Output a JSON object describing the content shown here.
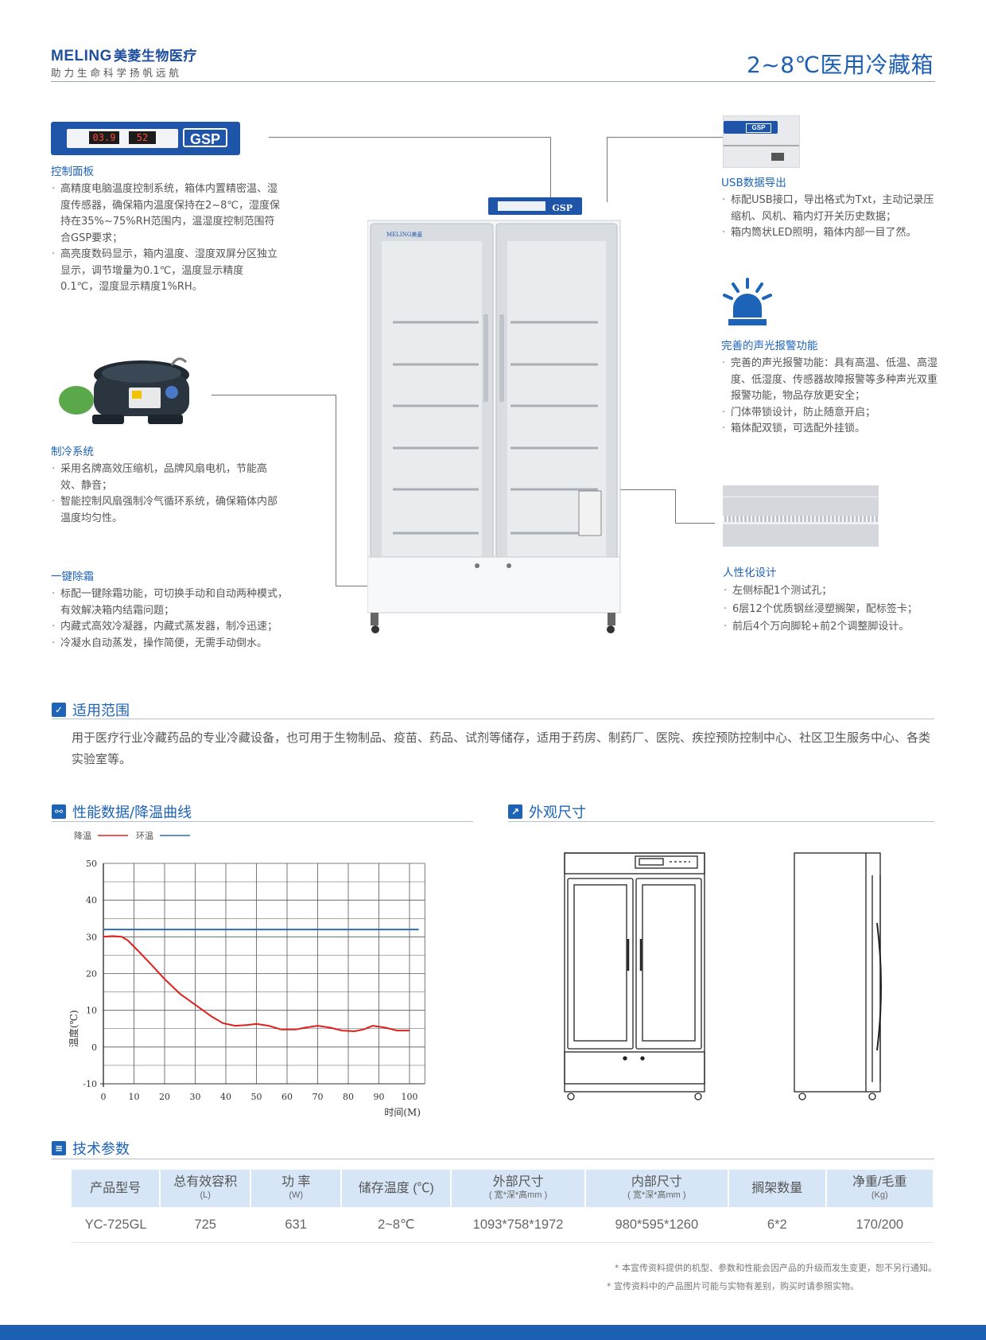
{
  "header": {
    "logo_en": "MELING",
    "logo_cn": "美菱生物医疗",
    "slogan": "助力生命科学扬帆远航",
    "title": "2~8℃医用冷藏箱"
  },
  "colors": {
    "brand_blue": "#1d63b8",
    "curve_red": "#e0201d",
    "ambient_blue": "#2a6db5",
    "table_header": "#d6e6f6"
  },
  "control_panel_image": {
    "gsp_label": "GSP",
    "display1": "03.9",
    "display2": "52"
  },
  "features": {
    "control_panel": {
      "title": "控制面板",
      "items": [
        "高精度电脑温度控制系统，箱体内置精密温、湿度传感器，确保箱内温度保持在2~8℃，湿度保持在35%~75%RH范围内，温湿度控制范围符合GSP要求；",
        "高亮度数码显示，箱内温度、湿度双屏分区独立显示，调节增量为0.1℃，温度显示精度0.1℃，湿度显示精度1%RH。"
      ]
    },
    "refrigeration": {
      "title": "制冷系统",
      "items": [
        "采用名牌高效压缩机，品牌风扇电机，节能高效、静音；",
        "智能控制风扇强制冷气循环系统，确保箱体内部温度均匀性。"
      ]
    },
    "defrost": {
      "title": "一键除霜",
      "items": [
        "标配一键除霜功能，可切换手动和自动两种模式，有效解决箱内结霜问题；",
        "内藏式高效冷凝器，内藏式蒸发器，制冷迅速；",
        "冷凝水自动蒸发，操作简便，无需手动倒水。"
      ]
    },
    "usb": {
      "title": "USB数据导出",
      "items": [
        "标配USB接口，导出格式为Txt，主动记录压缩机、风机、箱内灯开关历史数据；",
        "箱内筒状LED照明，箱体内部一目了然。"
      ]
    },
    "alarm": {
      "title": "完善的声光报警功能",
      "items": [
        "完善的声光报警功能：具有高温、低温、高湿度、低湿度、传感器故障报警等多种声光双重报警功能，物品存放更安全；",
        "门体带锁设计，防止随意开启；",
        "箱体配双锁，可选配外挂锁。"
      ]
    },
    "humanized": {
      "title": "人性化设计",
      "items": [
        "左侧标配1个测试孔；",
        "6层12个优质钢丝浸塑搁架，配标签卡；",
        "前后4个万向脚轮+前2个调整脚设计。"
      ]
    }
  },
  "product_image": {
    "logo": "MELING美菱",
    "gsp_label": "GSP"
  },
  "scope": {
    "title": "适用范围",
    "text": "用于医疗行业冷藏药品的专业冷藏设备，也可用于生物制品、疫苗、药品、试剂等储存，适用于药房、制药厂、医院、疾控预防控制中心、社区卫生服务中心、各类实验室等。"
  },
  "performance": {
    "title": "性能数据/降温曲线"
  },
  "dimensions": {
    "title": "外观尺寸"
  },
  "chart_data": {
    "type": "line",
    "xlabel": "时间(M)",
    "ylabel": "温度(℃)",
    "xlim": [
      0,
      100
    ],
    "ylim": [
      -10,
      50
    ],
    "x_ticks": [
      0,
      10,
      20,
      30,
      40,
      50,
      60,
      70,
      80,
      90,
      100
    ],
    "y_ticks": [
      50,
      40,
      30,
      20,
      10,
      0,
      -10
    ],
    "grid": true,
    "legend_position": "top-left",
    "series": [
      {
        "name": "降温",
        "color": "#e0201d",
        "points": [
          [
            0,
            30
          ],
          [
            3,
            30.2
          ],
          [
            6,
            30
          ],
          [
            8,
            29
          ],
          [
            11,
            26.5
          ],
          [
            15,
            23
          ],
          [
            20,
            18.5
          ],
          [
            25,
            14.5
          ],
          [
            30,
            11.5
          ],
          [
            35,
            8.5
          ],
          [
            39,
            6.5
          ],
          [
            43,
            5.8
          ],
          [
            47,
            6
          ],
          [
            50,
            6.3
          ],
          [
            54,
            5.8
          ],
          [
            58,
            4.8
          ],
          [
            63,
            4.8
          ],
          [
            66,
            5.3
          ],
          [
            70,
            5.8
          ],
          [
            74,
            5.3
          ],
          [
            78,
            4.5
          ],
          [
            82,
            4.3
          ],
          [
            85,
            4.8
          ],
          [
            88,
            5.8
          ],
          [
            92,
            5.3
          ],
          [
            96,
            4.5
          ],
          [
            100,
            4.5
          ]
        ]
      },
      {
        "name": "环温",
        "color": "#2a6db5",
        "points": [
          [
            0,
            32
          ],
          [
            103,
            32
          ]
        ]
      }
    ]
  },
  "tech_params": {
    "title": "技术参数",
    "headers": [
      {
        "label": "产品型号",
        "unit": ""
      },
      {
        "label": "总有效容积",
        "unit": "(L)"
      },
      {
        "label": "功 率",
        "unit": "(W)"
      },
      {
        "label": "储存温度 (℃)",
        "unit": ""
      },
      {
        "label": "外部尺寸",
        "unit": "( 宽*深*高mm )"
      },
      {
        "label": "内部尺寸",
        "unit": "( 宽*深*高mm )"
      },
      {
        "label": "搁架数量",
        "unit": ""
      },
      {
        "label": "净重/毛重",
        "unit": "(Kg)"
      }
    ],
    "row": [
      "YC-725GL",
      "725",
      "631",
      "2~8℃",
      "1093*758*1972",
      "980*595*1260",
      "6*2",
      "170/200"
    ]
  },
  "footnotes": [
    "* 本宣传资料提供的机型、参数和性能会因产品的升级而发生变更，恕不另行通知。",
    "* 宣传资料中的产品图片可能与实物有差别，购买时请参照实物。"
  ]
}
